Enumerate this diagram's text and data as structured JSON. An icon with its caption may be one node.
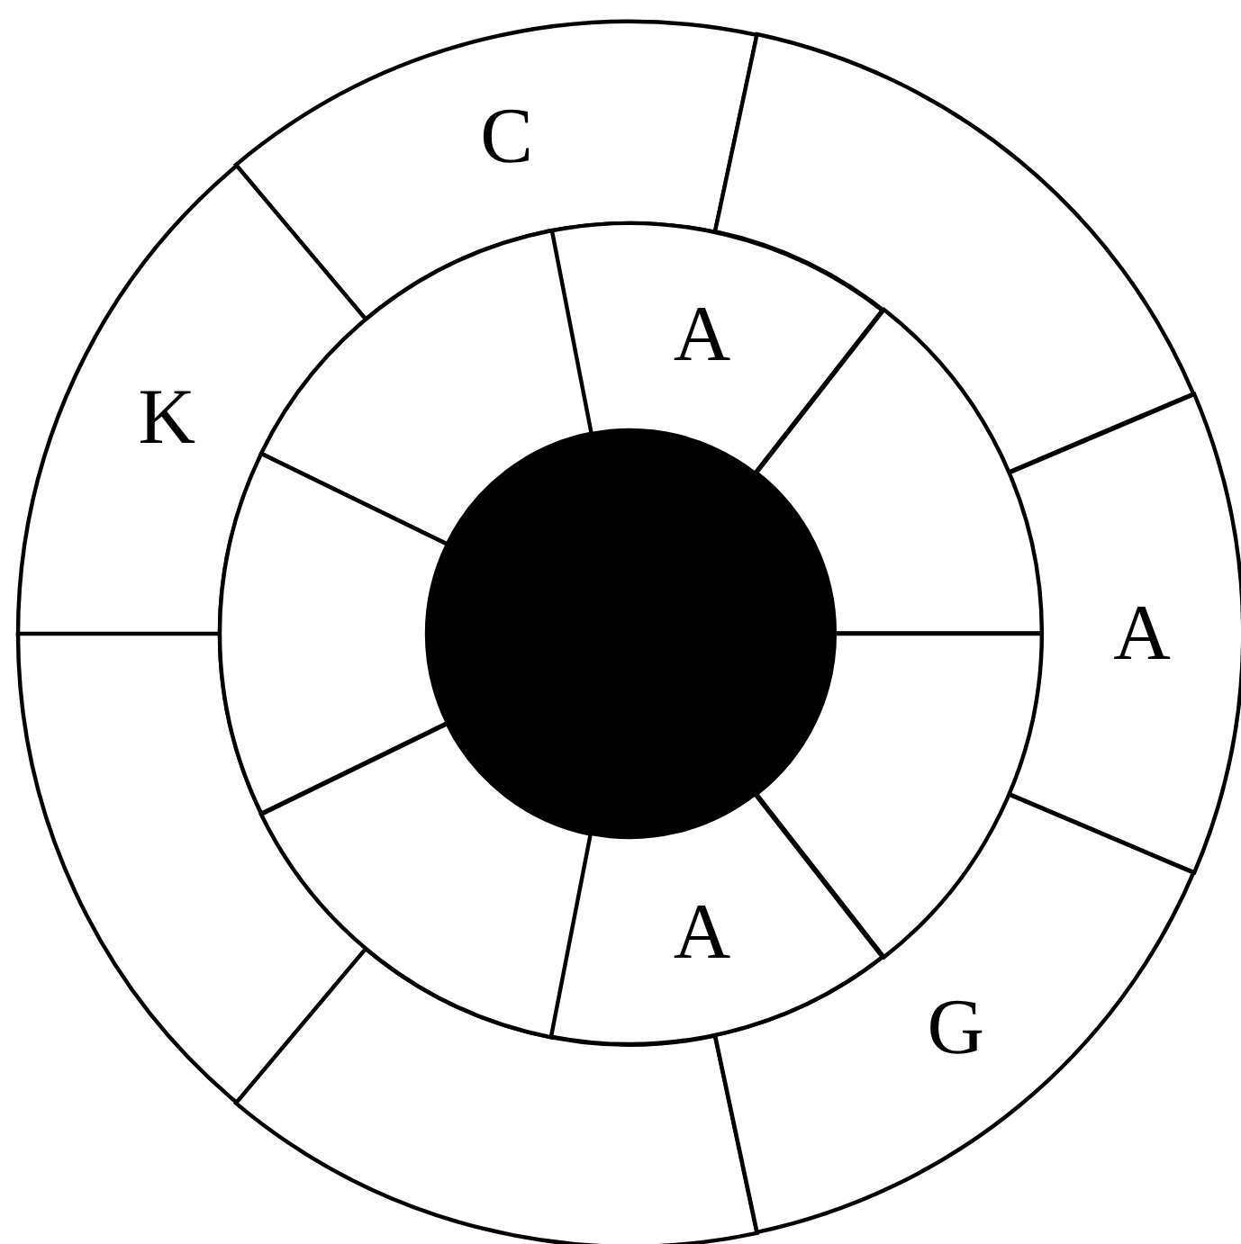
{
  "diagram": {
    "nodes": [
      {
        "text": [
          "C"
        ]
      },
      {
        "text": [],
        "shape": "sector"
      },
      {
        "text": [
          "K"
        ]
      },
      {
        "text": [
          "A"
        ]
      },
      {
        "text": [],
        "shape": "sector"
      },
      {
        "text": [],
        "shape": "sector"
      },
      {
        "text": [
          "G"
        ]
      },
      {
        "text": [
          "A"
        ]
      },
      {
        "text": [],
        "shape": "sector"
      },
      {
        "text": [],
        "shape": "sector"
      },
      {
        "text": [],
        "shape": "sector"
      },
      {
        "text": [],
        "shape": "sector"
      },
      {
        "text": [],
        "shape": "sector"
      },
      {
        "text": [
          "A"
        ]
      },
      {
        "text": [],
        "shape": "circle"
      }
    ]
  }
}
